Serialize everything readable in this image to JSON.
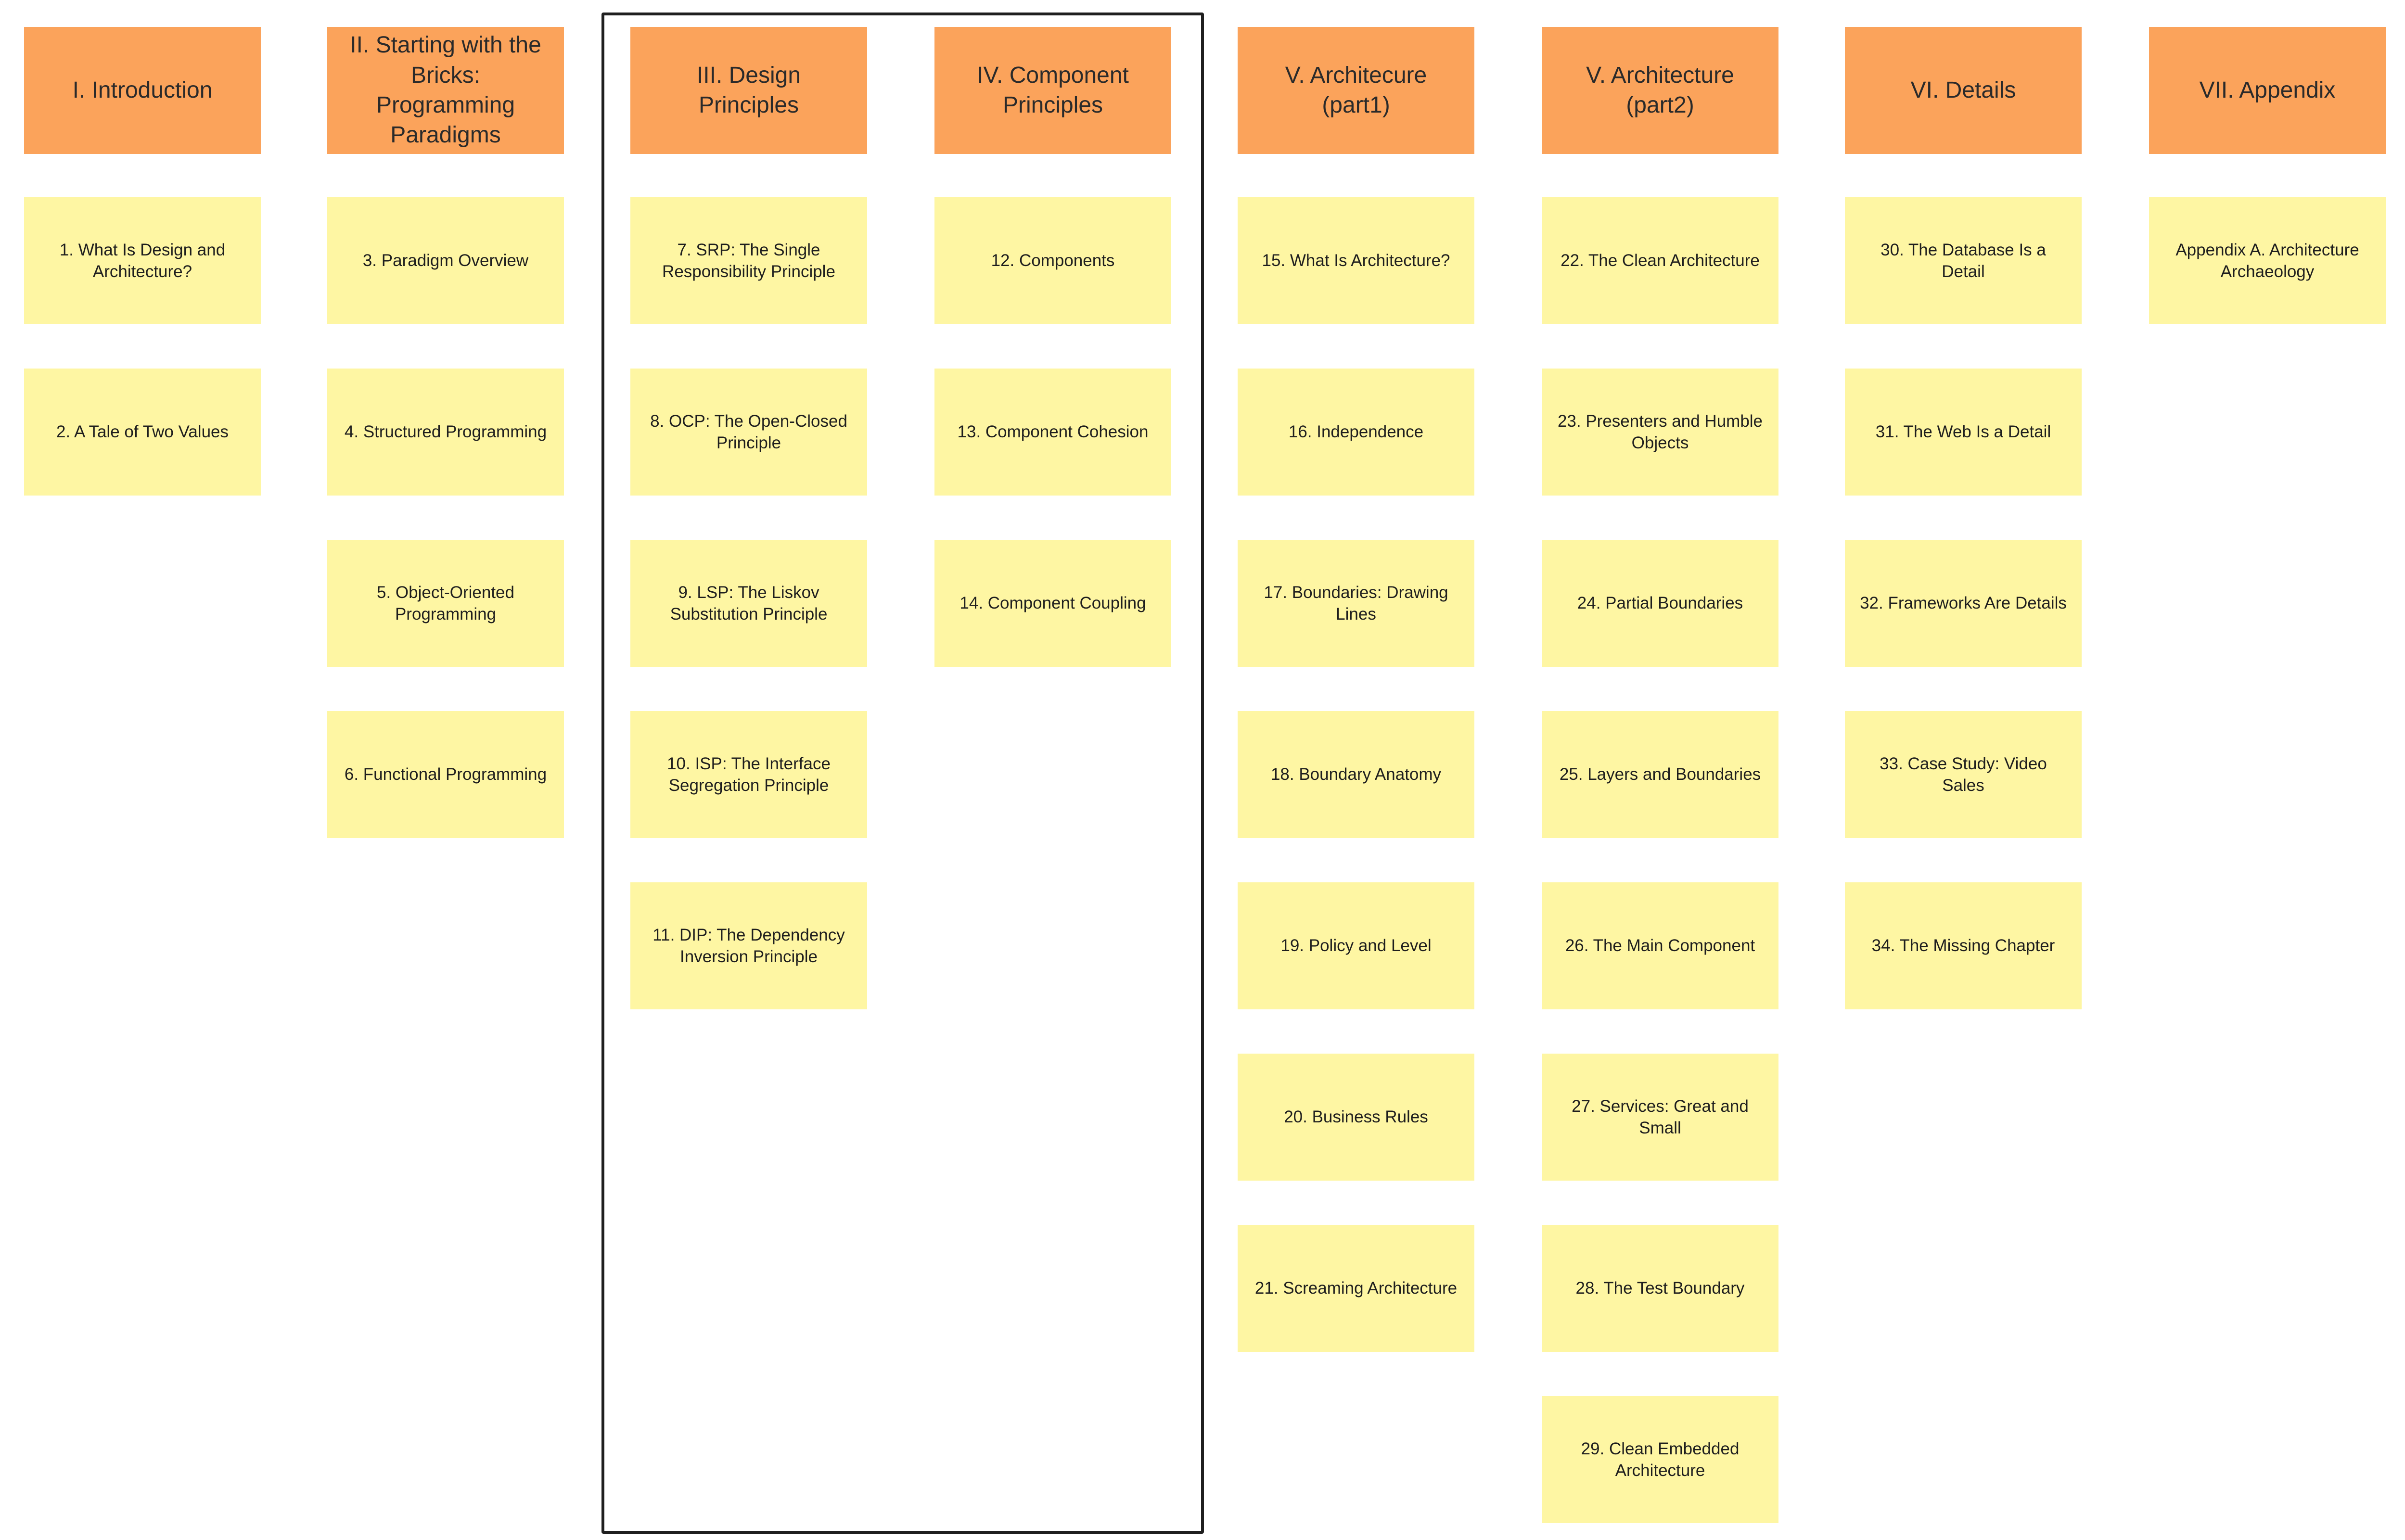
{
  "colors": {
    "header_note": "#FBA35B",
    "chapter_note": "#FEF6A3",
    "frame_border": "#1F1F1F",
    "background": "#FFFFFF"
  },
  "columns": [
    {
      "header": "I. Introduction",
      "chapters": [
        "1. What Is Design and Architecture?",
        "2. A Tale of Two Values"
      ]
    },
    {
      "header": "II. Starting with the Bricks: Programming Paradigms",
      "chapters": [
        "3. Paradigm Overview",
        "4. Structured Programming",
        "5. Object-Oriented Programming",
        "6. Functional Programming"
      ]
    },
    {
      "header": "III. Design Principles",
      "chapters": [
        "7. SRP: The Single Responsibility Principle",
        "8. OCP: The Open-Closed Principle",
        "9. LSP: The Liskov Substitution Principle",
        "10. ISP: The Interface Segregation Principle",
        "11. DIP: The Dependency Inversion Principle"
      ]
    },
    {
      "header": "IV. Component Principles",
      "chapters": [
        "12. Components",
        "13. Component Cohesion",
        "14. Component Coupling"
      ]
    },
    {
      "header": "V. Architecure (part1)",
      "chapters": [
        "15. What Is Architecture?",
        "16. Independence",
        "17. Boundaries: Drawing Lines",
        "18. Boundary Anatomy",
        "19. Policy and Level",
        "20. Business Rules",
        "21. Screaming Architecture"
      ]
    },
    {
      "header": "V. Architecture (part2)",
      "chapters": [
        "22. The Clean Architecture",
        "23. Presenters and Humble Objects",
        "24. Partial Boundaries",
        "25. Layers and Boundaries",
        "26. The Main Component",
        "27. Services: Great and Small",
        "28. The Test Boundary",
        "29. Clean Embedded Architecture"
      ]
    },
    {
      "header": "VI. Details",
      "chapters": [
        "30. The Database Is a Detail",
        "31. The Web Is a Detail",
        "32. Frameworks Are Details",
        "33. Case Study: Video Sales",
        "34. The Missing Chapter"
      ]
    },
    {
      "header": "VII. Appendix",
      "chapters": [
        "Appendix A. Architecture Archaeology"
      ]
    }
  ]
}
